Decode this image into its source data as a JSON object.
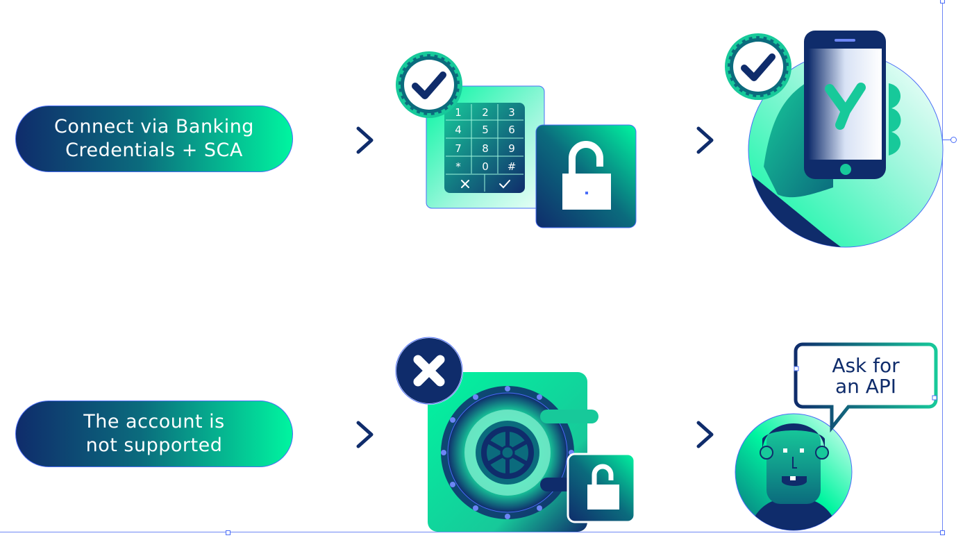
{
  "flow_rows": [
    {
      "label": "Connect via Banking\nCredentials + SCA",
      "keypad": {
        "keys": [
          "1",
          "2",
          "3",
          "4",
          "5",
          "6",
          "7",
          "8",
          "9",
          "*",
          "0",
          "#"
        ]
      }
    },
    {
      "label": "The account is\nnot supported",
      "bubble": "Ask for\nan API"
    }
  ],
  "colors": {
    "navy": "#0f2c6b",
    "mint": "#00f5a0",
    "teal": "#17c99a",
    "guide": "#4a6cf7"
  },
  "icons": {
    "row1_result": "check-badge-icon",
    "row1_lock": "unlocked-padlock-icon",
    "row1_phone": "hand-phone-icon",
    "row2_result": "x-badge-icon",
    "row2_vault": "vault-icon",
    "row2_person": "person-icon"
  }
}
